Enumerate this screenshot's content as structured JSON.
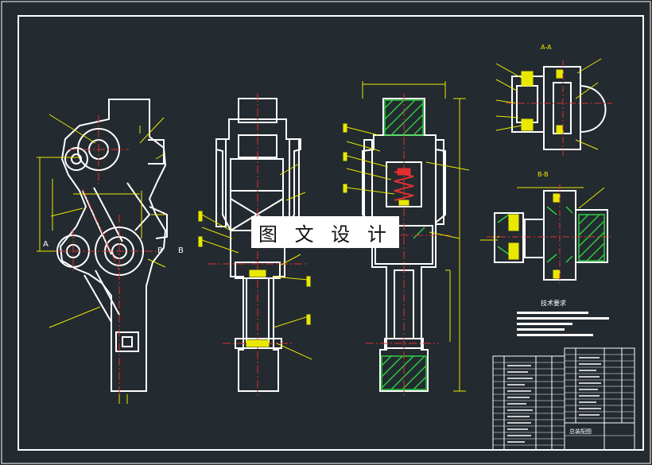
{
  "drawing": {
    "watermark_text": "图 文 设 计",
    "section_labels": {
      "section_aa": "A-A",
      "section_bb": "B-B"
    },
    "view_markers": {
      "left_a": "A",
      "left_b": "B",
      "right_b": "B"
    },
    "notes_title": "技术要求",
    "title_block_caption": "总装配图"
  },
  "colors": {
    "background": "#232a30",
    "outline": "#ffffff",
    "leader": "#e8e800",
    "centerline": "#e03030",
    "hatch": "#2ecc40",
    "dimension": "#e8e800"
  }
}
